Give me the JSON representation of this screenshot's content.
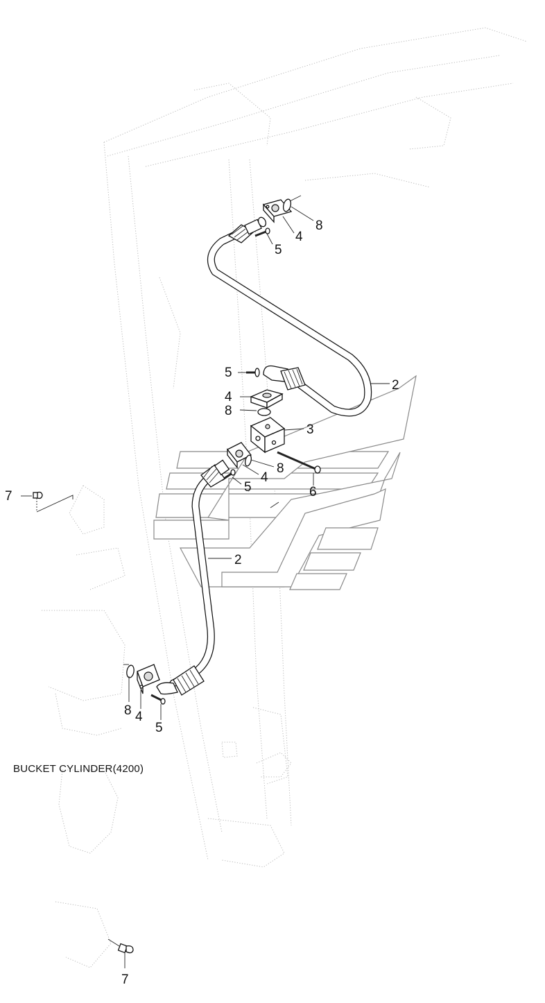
{
  "caption": "BUCKET CYLINDER(4200)",
  "callouts": {
    "top_8": "8",
    "top_4": "4",
    "top_5": "5",
    "upper_2": "2",
    "mid_5": "5",
    "mid_4": "4",
    "mid_8": "8",
    "mid_3": "3",
    "lower_8": "8",
    "lower_4": "4",
    "lower_5": "5",
    "mid_6": "6",
    "left_7": "7",
    "lower_2": "2",
    "bottom_8": "8",
    "bottom_4": "4",
    "bottom_5": "5",
    "bottom_7": "7"
  }
}
